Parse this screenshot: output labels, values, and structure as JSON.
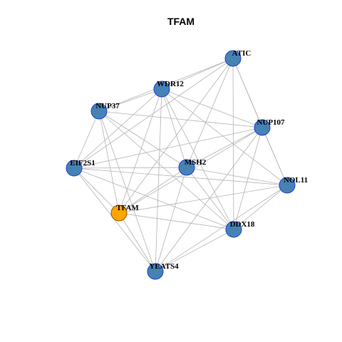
{
  "title": "TFAM",
  "colors": {
    "edge": "#b3b3b3",
    "node_fill": "#4682b4",
    "node_stroke": "#1f3fd6",
    "focus_fill": "#ffa500",
    "focus_stroke": "#8a5a00"
  },
  "nodes": [
    {
      "id": "ATIC",
      "label": "ATIC",
      "focus": false
    },
    {
      "id": "WDR12",
      "label": "WDR12",
      "focus": false
    },
    {
      "id": "NUP37",
      "label": "NUP37",
      "focus": false
    },
    {
      "id": "NUP107",
      "label": "NUP107",
      "focus": false
    },
    {
      "id": "EIF2S1",
      "label": "EIF2S1",
      "focus": false
    },
    {
      "id": "MSH2",
      "label": "MSH2",
      "focus": false
    },
    {
      "id": "NOL11",
      "label": "NOL11",
      "focus": false
    },
    {
      "id": "TFAM",
      "label": "TFAM",
      "focus": true
    },
    {
      "id": "DDX18",
      "label": "DDX18",
      "focus": false
    },
    {
      "id": "YEATS4",
      "label": "YEATS4",
      "focus": false
    }
  ],
  "edges": [
    [
      "ATIC",
      "WDR12"
    ],
    [
      "ATIC",
      "NUP37"
    ],
    [
      "ATIC",
      "NUP107"
    ],
    [
      "ATIC",
      "EIF2S1"
    ],
    [
      "ATIC",
      "MSH2"
    ],
    [
      "ATIC",
      "DDX18"
    ],
    [
      "ATIC",
      "NOL11"
    ],
    [
      "ATIC",
      "TFAM"
    ],
    [
      "WDR12",
      "NUP37"
    ],
    [
      "WDR12",
      "NUP107"
    ],
    [
      "WDR12",
      "EIF2S1"
    ],
    [
      "WDR12",
      "MSH2"
    ],
    [
      "WDR12",
      "DDX18"
    ],
    [
      "WDR12",
      "NOL11"
    ],
    [
      "WDR12",
      "TFAM"
    ],
    [
      "WDR12",
      "YEATS4"
    ],
    [
      "NUP37",
      "NUP107"
    ],
    [
      "NUP37",
      "EIF2S1"
    ],
    [
      "NUP37",
      "MSH2"
    ],
    [
      "NUP37",
      "DDX18"
    ],
    [
      "NUP37",
      "TFAM"
    ],
    [
      "NUP37",
      "YEATS4"
    ],
    [
      "NUP107",
      "EIF2S1"
    ],
    [
      "NUP107",
      "MSH2"
    ],
    [
      "NUP107",
      "NOL11"
    ],
    [
      "NUP107",
      "DDX18"
    ],
    [
      "NUP107",
      "TFAM"
    ],
    [
      "NUP107",
      "YEATS4"
    ],
    [
      "EIF2S1",
      "MSH2"
    ],
    [
      "EIF2S1",
      "NOL11"
    ],
    [
      "EIF2S1",
      "TFAM"
    ],
    [
      "EIF2S1",
      "DDX18"
    ],
    [
      "EIF2S1",
      "YEATS4"
    ],
    [
      "MSH2",
      "NOL11"
    ],
    [
      "MSH2",
      "TFAM"
    ],
    [
      "MSH2",
      "DDX18"
    ],
    [
      "MSH2",
      "YEATS4"
    ],
    [
      "NOL11",
      "DDX18"
    ],
    [
      "NOL11",
      "TFAM"
    ],
    [
      "NOL11",
      "YEATS4"
    ],
    [
      "TFAM",
      "DDX18"
    ],
    [
      "TFAM",
      "YEATS4"
    ],
    [
      "DDX18",
      "YEATS4"
    ]
  ]
}
